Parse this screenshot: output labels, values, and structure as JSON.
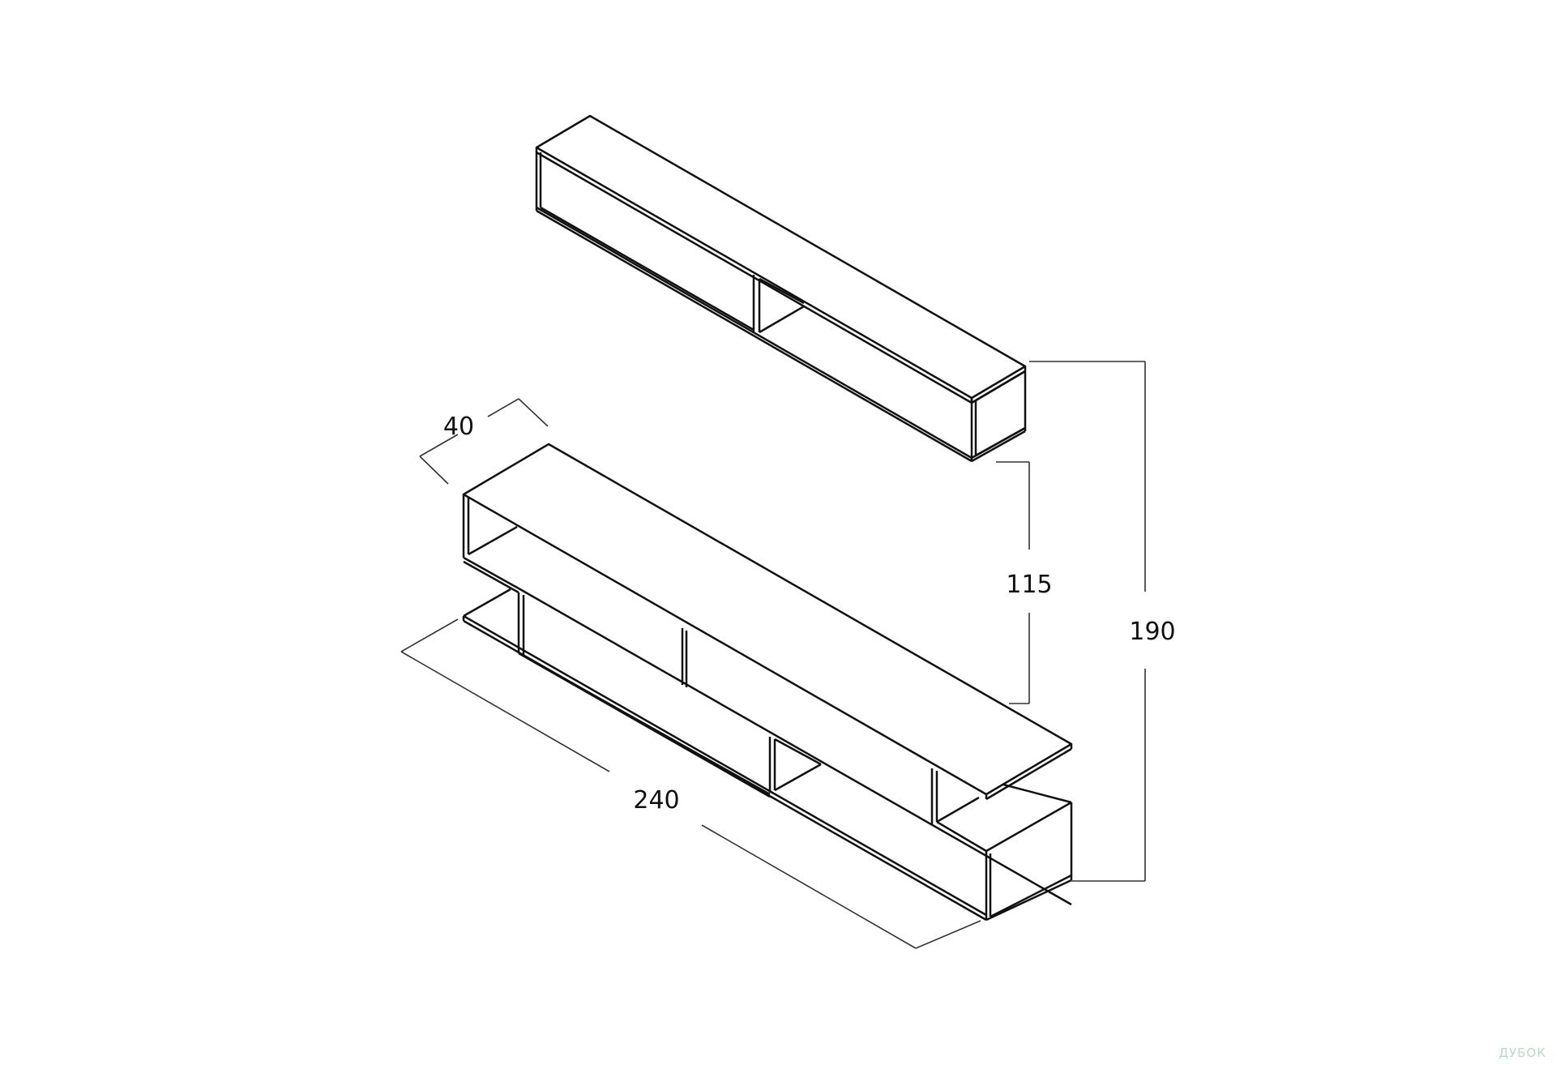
{
  "dimensions": {
    "depth": "40",
    "width": "240",
    "shelf_gap": "115",
    "total_height": "190"
  },
  "watermark": "ДУБОК",
  "colors": {
    "line": "#111111",
    "dimension_line": "#333333",
    "background": "#ffffff",
    "watermark": "#b8d8c4"
  }
}
